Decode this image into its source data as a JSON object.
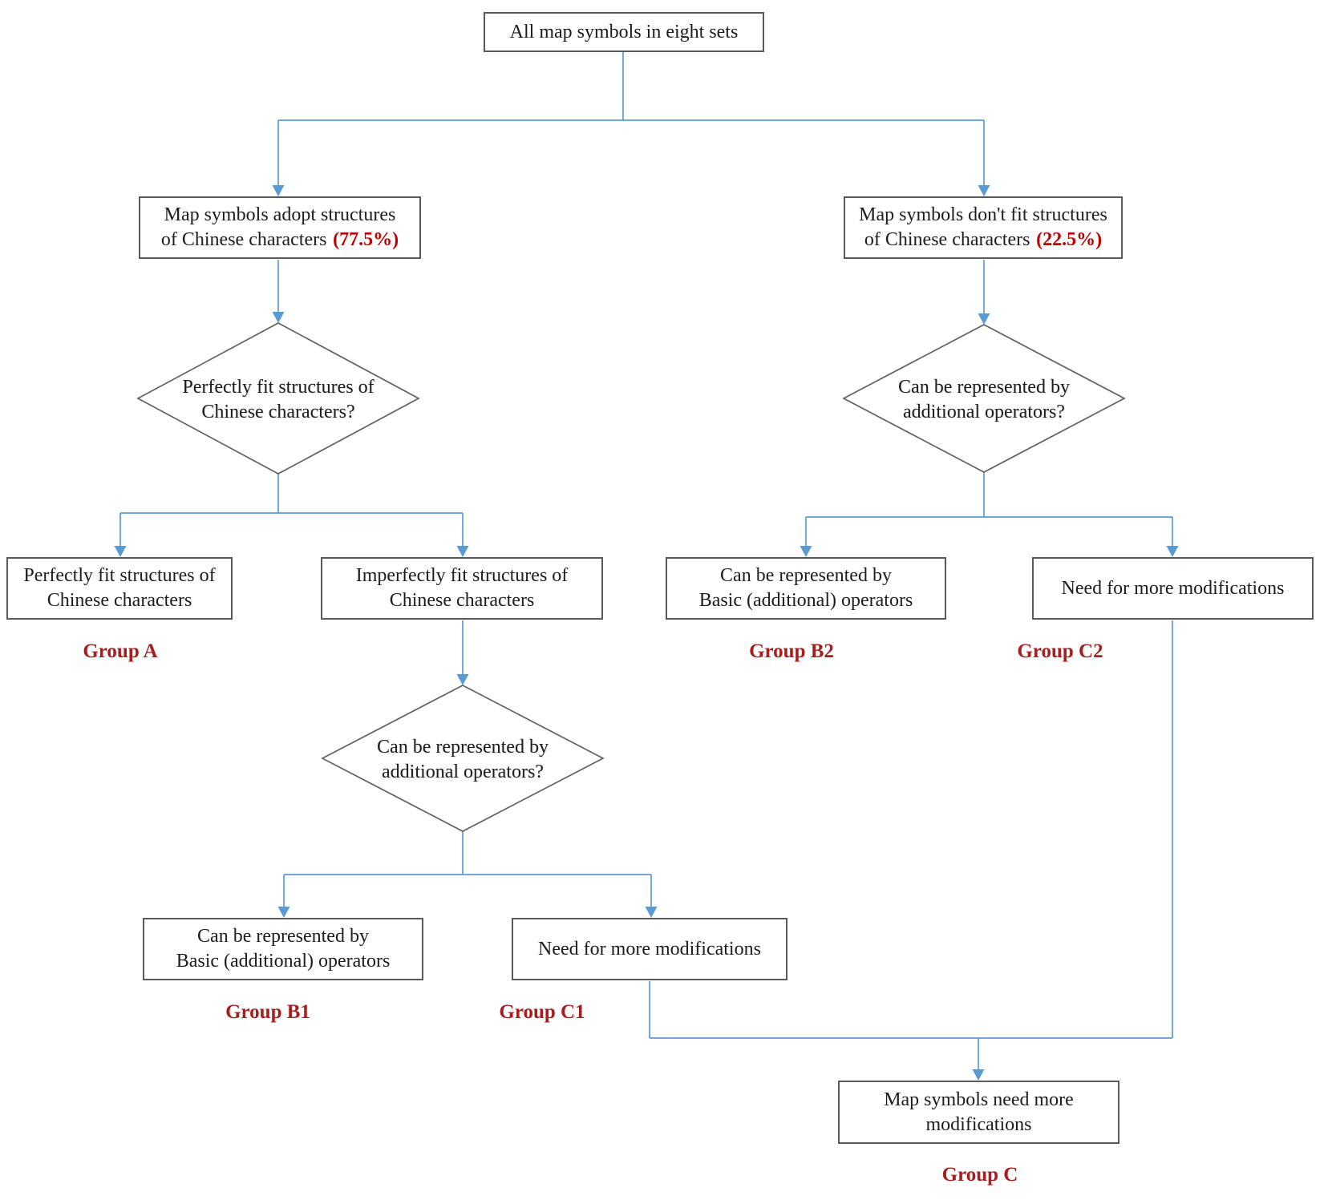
{
  "diagram": {
    "description": "Flowchart classifying map symbols in eight sets by fit to Chinese character structures"
  },
  "colors": {
    "connector_blue": "#5B9BD5",
    "box_border_gray": "#595959",
    "percent_red": "#C00000",
    "group_label_red": "#A61E1E",
    "text": "#1c1c1c"
  },
  "nodes": {
    "root": {
      "label": "All map symbols in eight sets"
    },
    "adopt": {
      "label": "Map symbols adopt structures\nof Chinese characters",
      "percent": "(77.5%)"
    },
    "dont_fit": {
      "label": "Map symbols don't fit structures\nof Chinese characters",
      "percent": "(22.5%)"
    },
    "decision_perfect": {
      "label": "Perfectly fit structures of\nChinese characters?"
    },
    "decision_operators_right": {
      "label": "Can be represented by\nadditional operators?"
    },
    "decision_operators_mid": {
      "label": "Can be represented by\nadditional operators?"
    },
    "perfect_fit": {
      "label": "Perfectly fit structures of\nChinese characters",
      "group": "Group A"
    },
    "imperfect_fit": {
      "label": "Imperfectly fit structures of\nChinese characters"
    },
    "basic_operators_b2": {
      "label": "Can be represented by\nBasic (additional) operators",
      "group": "Group B2"
    },
    "more_modifications_c2": {
      "label": "Need for more modifications",
      "group": "Group C2"
    },
    "basic_operators_b1": {
      "label": "Can be represented by\nBasic (additional) operators",
      "group": "Group B1"
    },
    "more_modifications_c1": {
      "label": "Need for more modifications",
      "group": "Group C1"
    },
    "need_more": {
      "label": "Map symbols need more\nmodifications",
      "group": "Group C"
    }
  }
}
